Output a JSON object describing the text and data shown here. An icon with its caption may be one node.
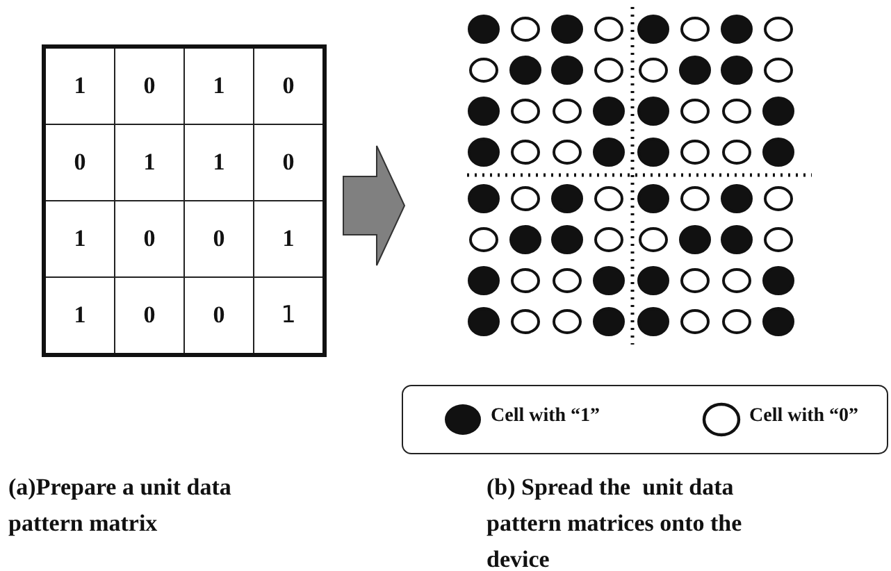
{
  "diagram": {
    "nodes": [
      {
        "text": [
          "1",
          "0",
          "1",
          "0",
          "0",
          "1",
          "1",
          "0",
          "1",
          "0",
          "0",
          "1",
          "1",
          "0",
          "0",
          "1"
        ]
      },
      {
        "text": [],
        "shape": "grid"
      }
    ],
    "edges": [
      {
        "from": 0,
        "to": 1,
        "arrow": "to"
      }
    ],
    "labels": [
      "(a)Prepare a unit data pattern matrix",
      "(b) Spread the  unit data pattern matrices onto the device"
    ],
    "legend": [
      {
        "text": "Cell with “1”",
        "color": "#111111"
      },
      {
        "text": "Cell with “0”"
      }
    ]
  }
}
